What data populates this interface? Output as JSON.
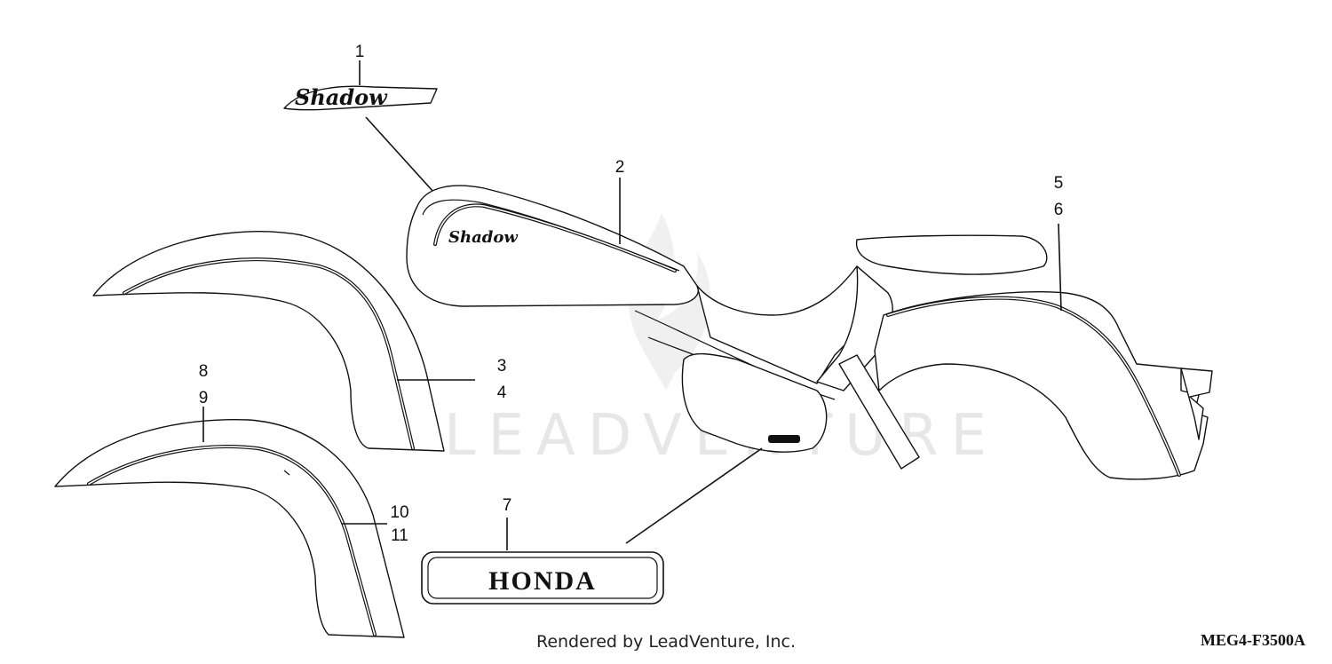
{
  "diagram": {
    "watermark": "LEADVENTURE",
    "emblem_shadow_text": "Shadow",
    "emblem_honda_text": "HONDA",
    "callouts": {
      "c1": "1",
      "c2": "2",
      "c3": "3",
      "c4": "4",
      "c5": "5",
      "c6": "6",
      "c7": "7",
      "c8": "8",
      "c9": "9",
      "c10": "10",
      "c11": "11"
    }
  },
  "footer": {
    "credit": "Rendered by LeadVenture, Inc.",
    "diagram_code": "MEG4-F3500A"
  }
}
